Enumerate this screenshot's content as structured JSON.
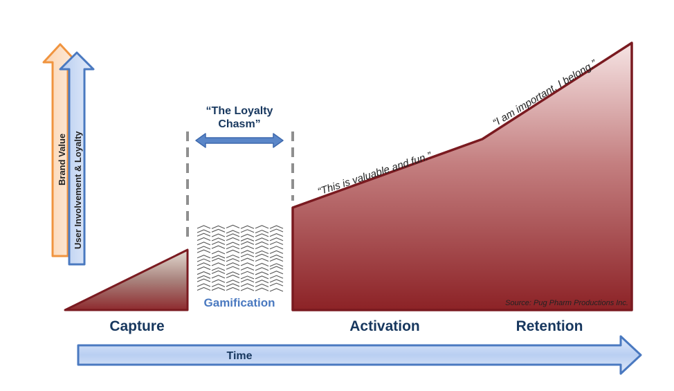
{
  "axes": {
    "vertical_labels": [
      "Brand Value",
      "User Involvement & Loyalty"
    ],
    "horizontal_label": "Time"
  },
  "chasm": {
    "title_line1": "“The Loyalty",
    "title_line2": "Chasm”",
    "bridge_label": "Gamification"
  },
  "phases": [
    "Capture",
    "Activation",
    "Retention"
  ],
  "quotes": {
    "activation": "“This is valuable and fun.”",
    "retention": "“I am important. I belong.”"
  },
  "source": "Source: Pug Pharm Productions Inc.",
  "colors": {
    "dark_red": "#7a1a20",
    "mid_red": "#a6373c",
    "arrow_orange": "#f0943f",
    "arrow_blue": "#4a79c0",
    "arrow_fill_blue": "#c6d7f3",
    "label_navy": "#17375e",
    "dash_gray": "#8f8f8f"
  }
}
